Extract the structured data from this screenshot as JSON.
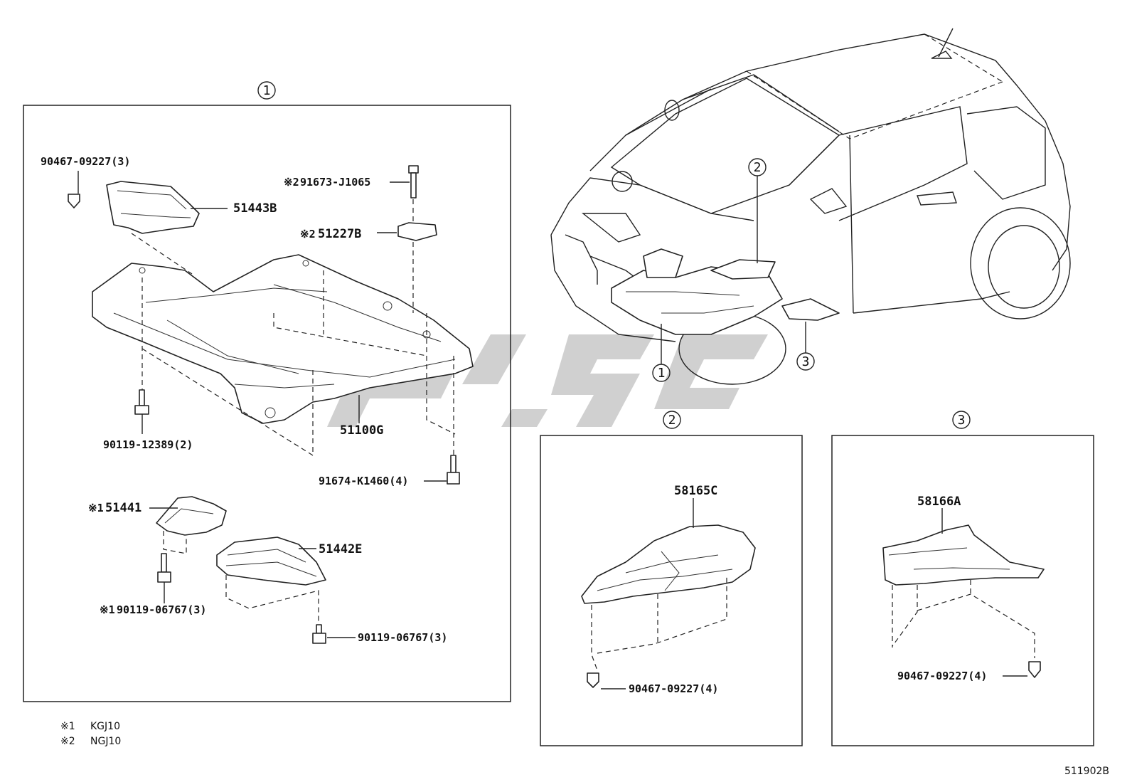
{
  "diagram_id": "511902B",
  "legend": [
    {
      "mark": "※1",
      "code": "KGJ10"
    },
    {
      "mark": "※2",
      "code": "NGJ10"
    }
  ],
  "sections": {
    "s1": {
      "number": "1",
      "labels": {
        "p90467_3": "90467-09227(3)",
        "p51443B": "51443B",
        "p91673": "91673-J1065",
        "p91673_mark": "※2",
        "p51227B": "51227B",
        "p51227B_mark": "※2",
        "p90119_12389": "90119-12389(2)",
        "p51100G": "51100G",
        "p91674": "91674-K1460(4)",
        "p51441": "51441",
        "p51441_mark": "※1",
        "p51442E": "51442E",
        "p90119_06767a": "90119-06767(3)",
        "p90119_06767a_mark": "※1",
        "p90119_06767b": "90119-06767(3)"
      }
    },
    "s2": {
      "number": "2",
      "labels": {
        "p58165C": "58165C",
        "p90467_4": "90467-09227(4)"
      }
    },
    "s3": {
      "number": "3",
      "labels": {
        "p58166A": "58166A",
        "p90467_4": "90467-09227(4)"
      }
    }
  },
  "car_callouts": [
    "1",
    "2",
    "3"
  ]
}
